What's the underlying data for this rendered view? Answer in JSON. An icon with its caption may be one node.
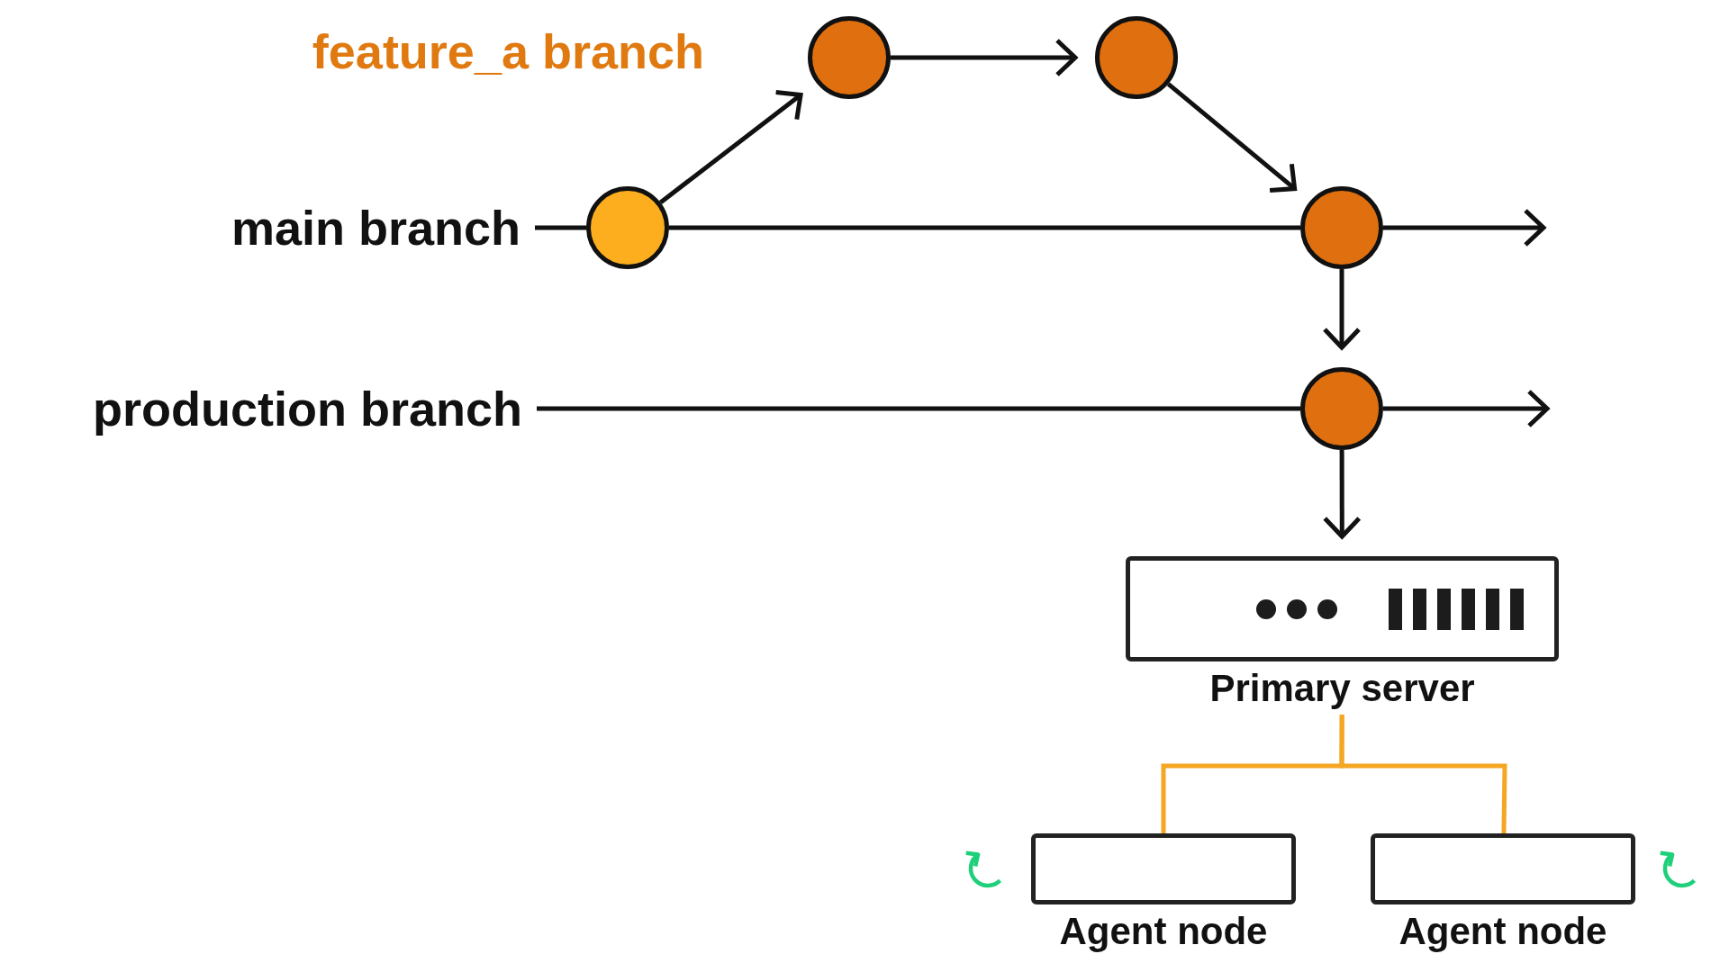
{
  "diagram": {
    "nodes": [
      {
        "text": [
          "main branch"
        ]
      },
      {
        "text": [],
        "shape": "circle"
      },
      {
        "text": [],
        "shape": "circle"
      },
      {
        "text": [],
        "shape": "circle"
      },
      {
        "text": [],
        "shape": "circle"
      },
      {
        "text": [
          "production branch"
        ]
      },
      {
        "text": [],
        "shape": "circle"
      },
      {
        "text": [
          "Primary server"
        ]
      },
      {
        "text": [
          "Agent node"
        ]
      },
      {
        "text": [
          "Agent node"
        ]
      }
    ],
    "edges": [
      {
        "from": 0,
        "to": 1,
        "arrow": "none"
      },
      {
        "from": 1,
        "to": 4,
        "arrow": "none"
      },
      {
        "from": 4,
        "to": null,
        "arrow": "to"
      },
      {
        "from": 1,
        "to": 2,
        "arrow": "to"
      },
      {
        "from": 2,
        "to": 3,
        "arrow": "to"
      },
      {
        "from": 3,
        "to": 4,
        "arrow": "to"
      },
      {
        "from": 4,
        "to": 6,
        "arrow": "to"
      },
      {
        "from": 5,
        "to": 6,
        "arrow": "none"
      },
      {
        "from": 6,
        "to": null,
        "arrow": "to"
      },
      {
        "from": 6,
        "to": 7,
        "arrow": "to"
      },
      {
        "from": 7,
        "to": 8,
        "arrow": "none",
        "color": "#f5a623"
      },
      {
        "from": 7,
        "to": 9,
        "arrow": "none",
        "color": "#f5a623"
      },
      {
        "from": 8,
        "to": 8,
        "arrow": "to",
        "color": "#1ed07a"
      },
      {
        "from": 9,
        "to": 9,
        "arrow": "to",
        "color": "#1ed07a"
      }
    ],
    "labels": [
      "feature_a branch"
    ]
  }
}
